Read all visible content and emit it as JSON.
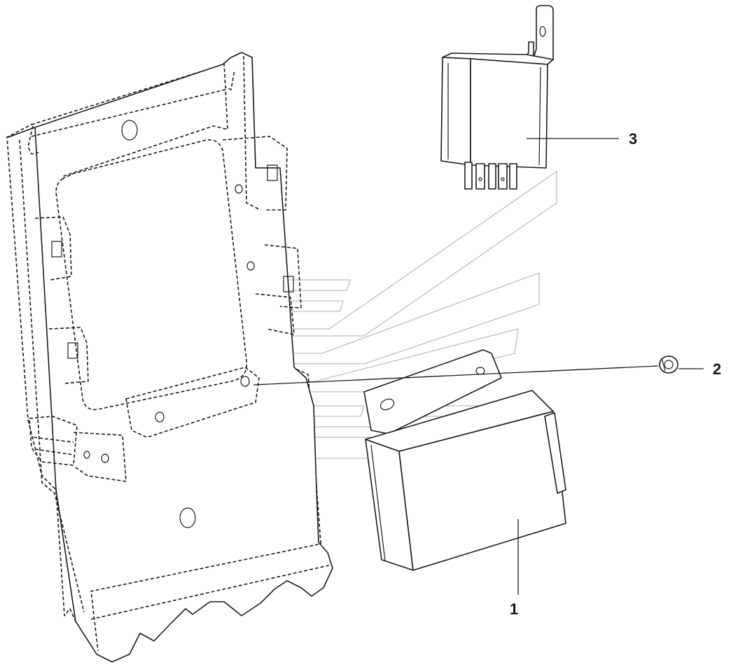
{
  "diagram": {
    "callouts": [
      {
        "id": "1",
        "label": "1"
      },
      {
        "id": "2",
        "label": "2"
      },
      {
        "id": "3",
        "label": "3"
      }
    ],
    "colors": {
      "line": "#1a1a1a",
      "watermark": "#bdbdbd",
      "background": "#ffffff"
    }
  }
}
